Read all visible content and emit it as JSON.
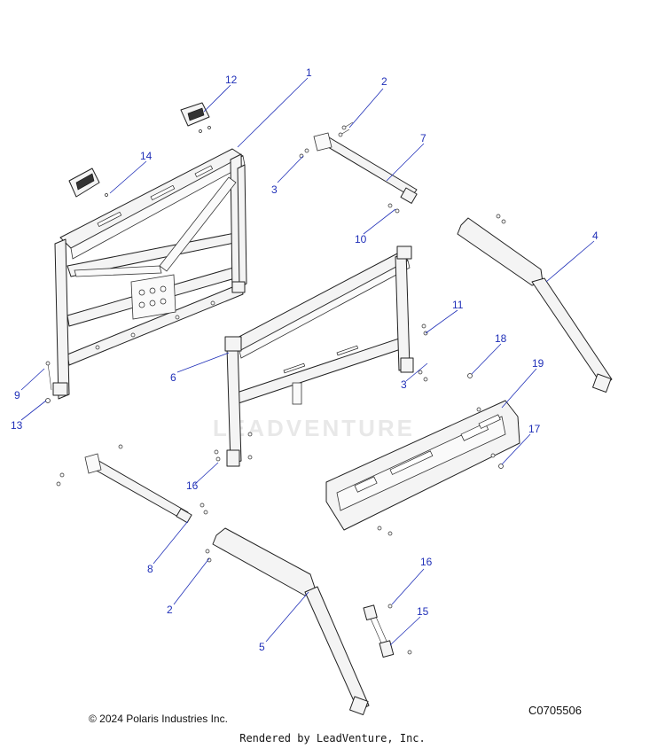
{
  "diagram": {
    "callouts": [
      {
        "id": "c1",
        "label": "1"
      },
      {
        "id": "c2a",
        "label": "2"
      },
      {
        "id": "c3a",
        "label": "3"
      },
      {
        "id": "c7",
        "label": "7"
      },
      {
        "id": "c12",
        "label": "12"
      },
      {
        "id": "c14",
        "label": "14"
      },
      {
        "id": "c10",
        "label": "10"
      },
      {
        "id": "c4",
        "label": "4"
      },
      {
        "id": "c11",
        "label": "11"
      },
      {
        "id": "c18",
        "label": "18"
      },
      {
        "id": "c19",
        "label": "19"
      },
      {
        "id": "c3b",
        "label": "3"
      },
      {
        "id": "c6",
        "label": "6"
      },
      {
        "id": "c9",
        "label": "9"
      },
      {
        "id": "c13",
        "label": "13"
      },
      {
        "id": "c17",
        "label": "17"
      },
      {
        "id": "c16a",
        "label": "16"
      },
      {
        "id": "c8",
        "label": "8"
      },
      {
        "id": "c2b",
        "label": "2"
      },
      {
        "id": "c16b",
        "label": "16"
      },
      {
        "id": "c15",
        "label": "15"
      },
      {
        "id": "c5",
        "label": "5"
      }
    ]
  },
  "footer": {
    "copyright": "© 2024 Polaris Industries Inc.",
    "drawing_code": "C0705506",
    "rendered_by": "Rendered by LeadVenture, Inc."
  },
  "watermark": "LEADVENTURE"
}
